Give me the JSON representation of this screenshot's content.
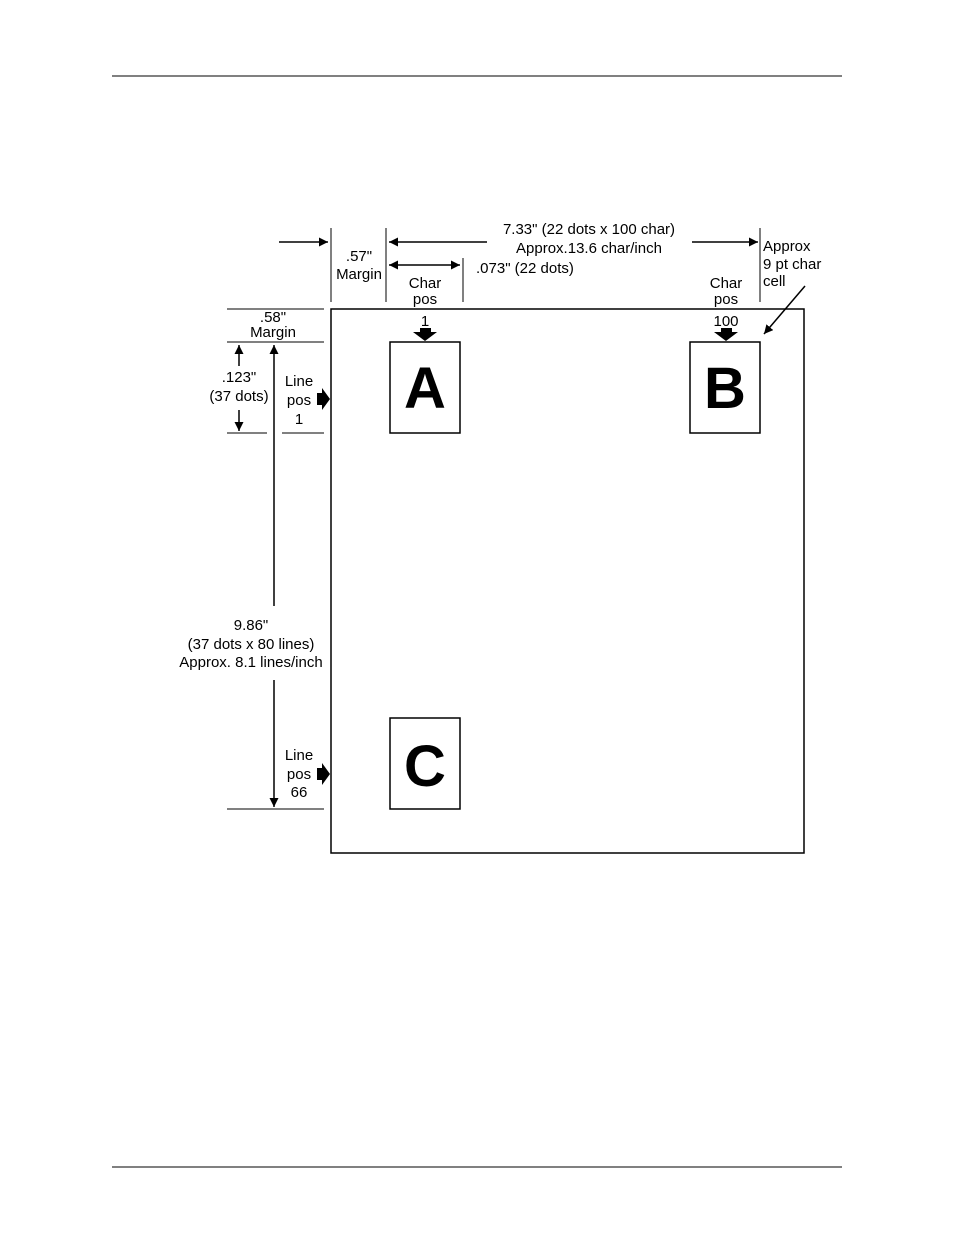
{
  "width_dim": {
    "line1": "7.33\" (22 dots x 100 char)",
    "line2": "Approx.13.6 char/inch"
  },
  "left_margin": {
    "line1": ".57\"",
    "line2": "Margin"
  },
  "char_width": ".073\"  (22 dots)",
  "char_pos_first": {
    "line1": "Char",
    "line2": "pos",
    "value": "1"
  },
  "char_pos_last": {
    "line1": "Char",
    "line2": "pos",
    "value": "100"
  },
  "cell_note": {
    "line1": "Approx",
    "line2": "9 pt  char",
    "line3": "cell"
  },
  "top_margin": {
    "line1": ".58\"",
    "line2": "Margin"
  },
  "line_height": {
    "line1": ".123\"",
    "line2": "(37 dots)"
  },
  "line_pos_first": {
    "line1": "Line",
    "line2": "pos",
    "value": "1"
  },
  "line_pos_last": {
    "line1": "Line",
    "line2": "pos",
    "value": "66"
  },
  "height_dim": {
    "line1": "9.86\"",
    "line2": "(37 dots x 80 lines)",
    "line3": "Approx. 8.1 lines/inch"
  },
  "cells": {
    "a": "A",
    "b": "B",
    "c": "C"
  }
}
